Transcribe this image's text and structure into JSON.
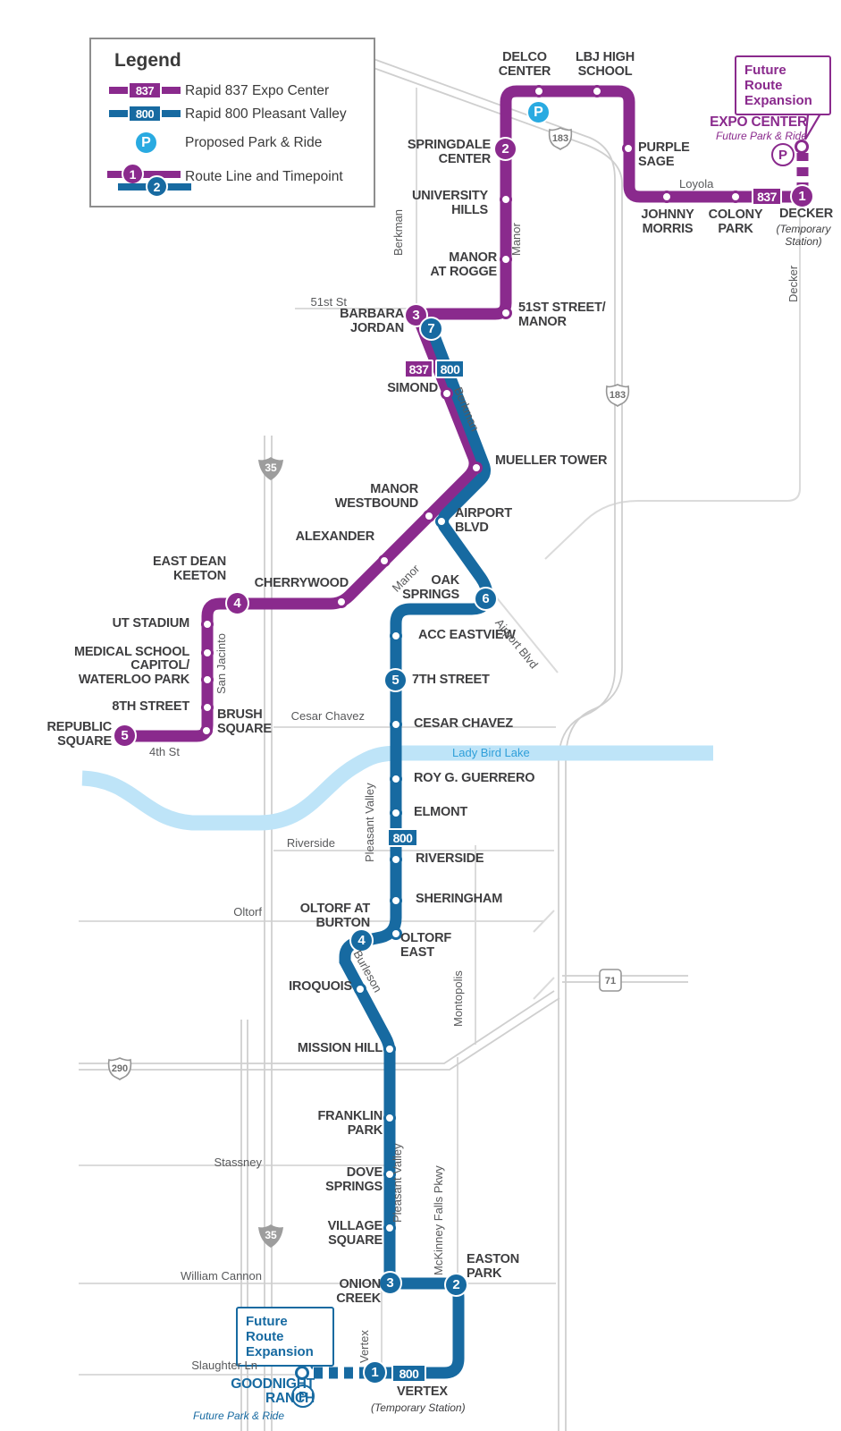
{
  "legend": {
    "title": "Legend",
    "badge_837": "837",
    "badge_800": "800",
    "item_837": "Rapid 837 Expo Center",
    "item_800": "Rapid 800 Pleasant Valley",
    "item_pnr": "Proposed Park & Ride",
    "item_route": "Route Line and Timepoint",
    "tp1": "1",
    "tp2": "2"
  },
  "colors": {
    "purple": "#8A2A8D",
    "blue": "#176AA1",
    "park_ride_blue": "#29AAE1",
    "lake": "#BEE4F8"
  },
  "p_icon": "P",
  "badges": {
    "r837": "837",
    "r800": "800"
  },
  "shields": {
    "i35": "35",
    "us183": "183",
    "us290": "290",
    "tx71": "71"
  },
  "tp": {
    "1": "1",
    "2": "2",
    "3": "3",
    "4": "4",
    "5": "5",
    "6": "6",
    "7": "7"
  },
  "callout": {
    "future": "Future Route\nExpansion"
  },
  "stops": {
    "delco": "DELCO\nCENTER",
    "lbj": "LBJ HIGH\nSCHOOL",
    "purple_sage": "PURPLE\nSAGE",
    "johnny_morris": "JOHNNY\nMORRIS",
    "colony_park": "COLONY\nPARK",
    "springdale": "SPRINGDALE\nCENTER",
    "university_hills": "UNIVERSITY\nHILLS",
    "manor_rogge": "MANOR\nAT ROGGE",
    "fifty_first_manor": "51ST STREET/\nMANOR",
    "barbara_jordan": "BARBARA\nJORDAN",
    "simond": "SIMOND",
    "mueller": "MUELLER TOWER",
    "manor_westbound": "MANOR\nWESTBOUND",
    "airport_blvd": "AIRPORT\nBLVD",
    "alexander": "ALEXANDER",
    "cherrywood": "CHERRYWOOD",
    "east_dean_keeton": "EAST DEAN\nKEETON",
    "ut_stadium": "UT STADIUM",
    "medical_school": "MEDICAL SCHOOL",
    "capitol": "CAPITOL/\nWATERLOO PARK",
    "eighth": "8TH STREET",
    "republic": "REPUBLIC\nSQUARE",
    "brush": "BRUSH\nSQUARE",
    "oak_springs": "OAK\nSPRINGS",
    "acc_eastview": "ACC EASTVIEW",
    "seventh": "7TH STREET",
    "cesar_chavez": "CESAR CHAVEZ",
    "roy_guerrero": "ROY G. GUERRERO",
    "elmont": "ELMONT",
    "riverside": "RIVERSIDE",
    "sheringham": "SHERINGHAM",
    "oltorf_burton": "OLTORF AT\nBURTON",
    "oltorf_east": "OLTORF\nEAST",
    "iroquois": "IROQUOIS",
    "mission_hill": "MISSION HILL",
    "franklin_park": "FRANKLIN\nPARK",
    "dove_springs": "DOVE\nSPRINGS",
    "village_square": "VILLAGE\nSQUARE",
    "onion_creek": "ONION\nCREEK",
    "easton_park": "EASTON\nPARK"
  },
  "terminals": {
    "expo_name": "EXPO CENTER",
    "expo_sub": "Future Park & Ride",
    "decker_name": "DECKER",
    "decker_sub": "(Temporary\nStation)",
    "vertex_name": "VERTEX",
    "vertex_sub": "(Temporary Station)",
    "goodnight_name": "GOODNIGHT\nRANCH",
    "goodnight_sub": "Future Park & Ride"
  },
  "streets": {
    "fifty_first": "51st St",
    "berkman_n": "Berkman",
    "manor_n": "Manor",
    "loyola": "Loyola",
    "decker": "Decker",
    "san_jacinto": "San Jacinto",
    "fourth": "4th St",
    "manor_diag": "Manor",
    "berkman_diag": "Berkman",
    "airport_blvd": "Airport Blvd",
    "cesar_chavez": "Cesar Chavez",
    "riverside": "Riverside",
    "pleasant_valley_n": "Pleasant Valley",
    "oltorf": "Oltorf",
    "montopolis": "Montopolis",
    "burleson": "Burleson",
    "stassney": "Stassney",
    "pleasant_valley_s": "Pleasant Valley",
    "mckinney": "McKinney Falls Pkwy",
    "william_cannon": "William Cannon",
    "slaughter": "Slaughter Ln",
    "vertex": "Vertex"
  },
  "lake": {
    "label": "Lady Bird Lake"
  }
}
